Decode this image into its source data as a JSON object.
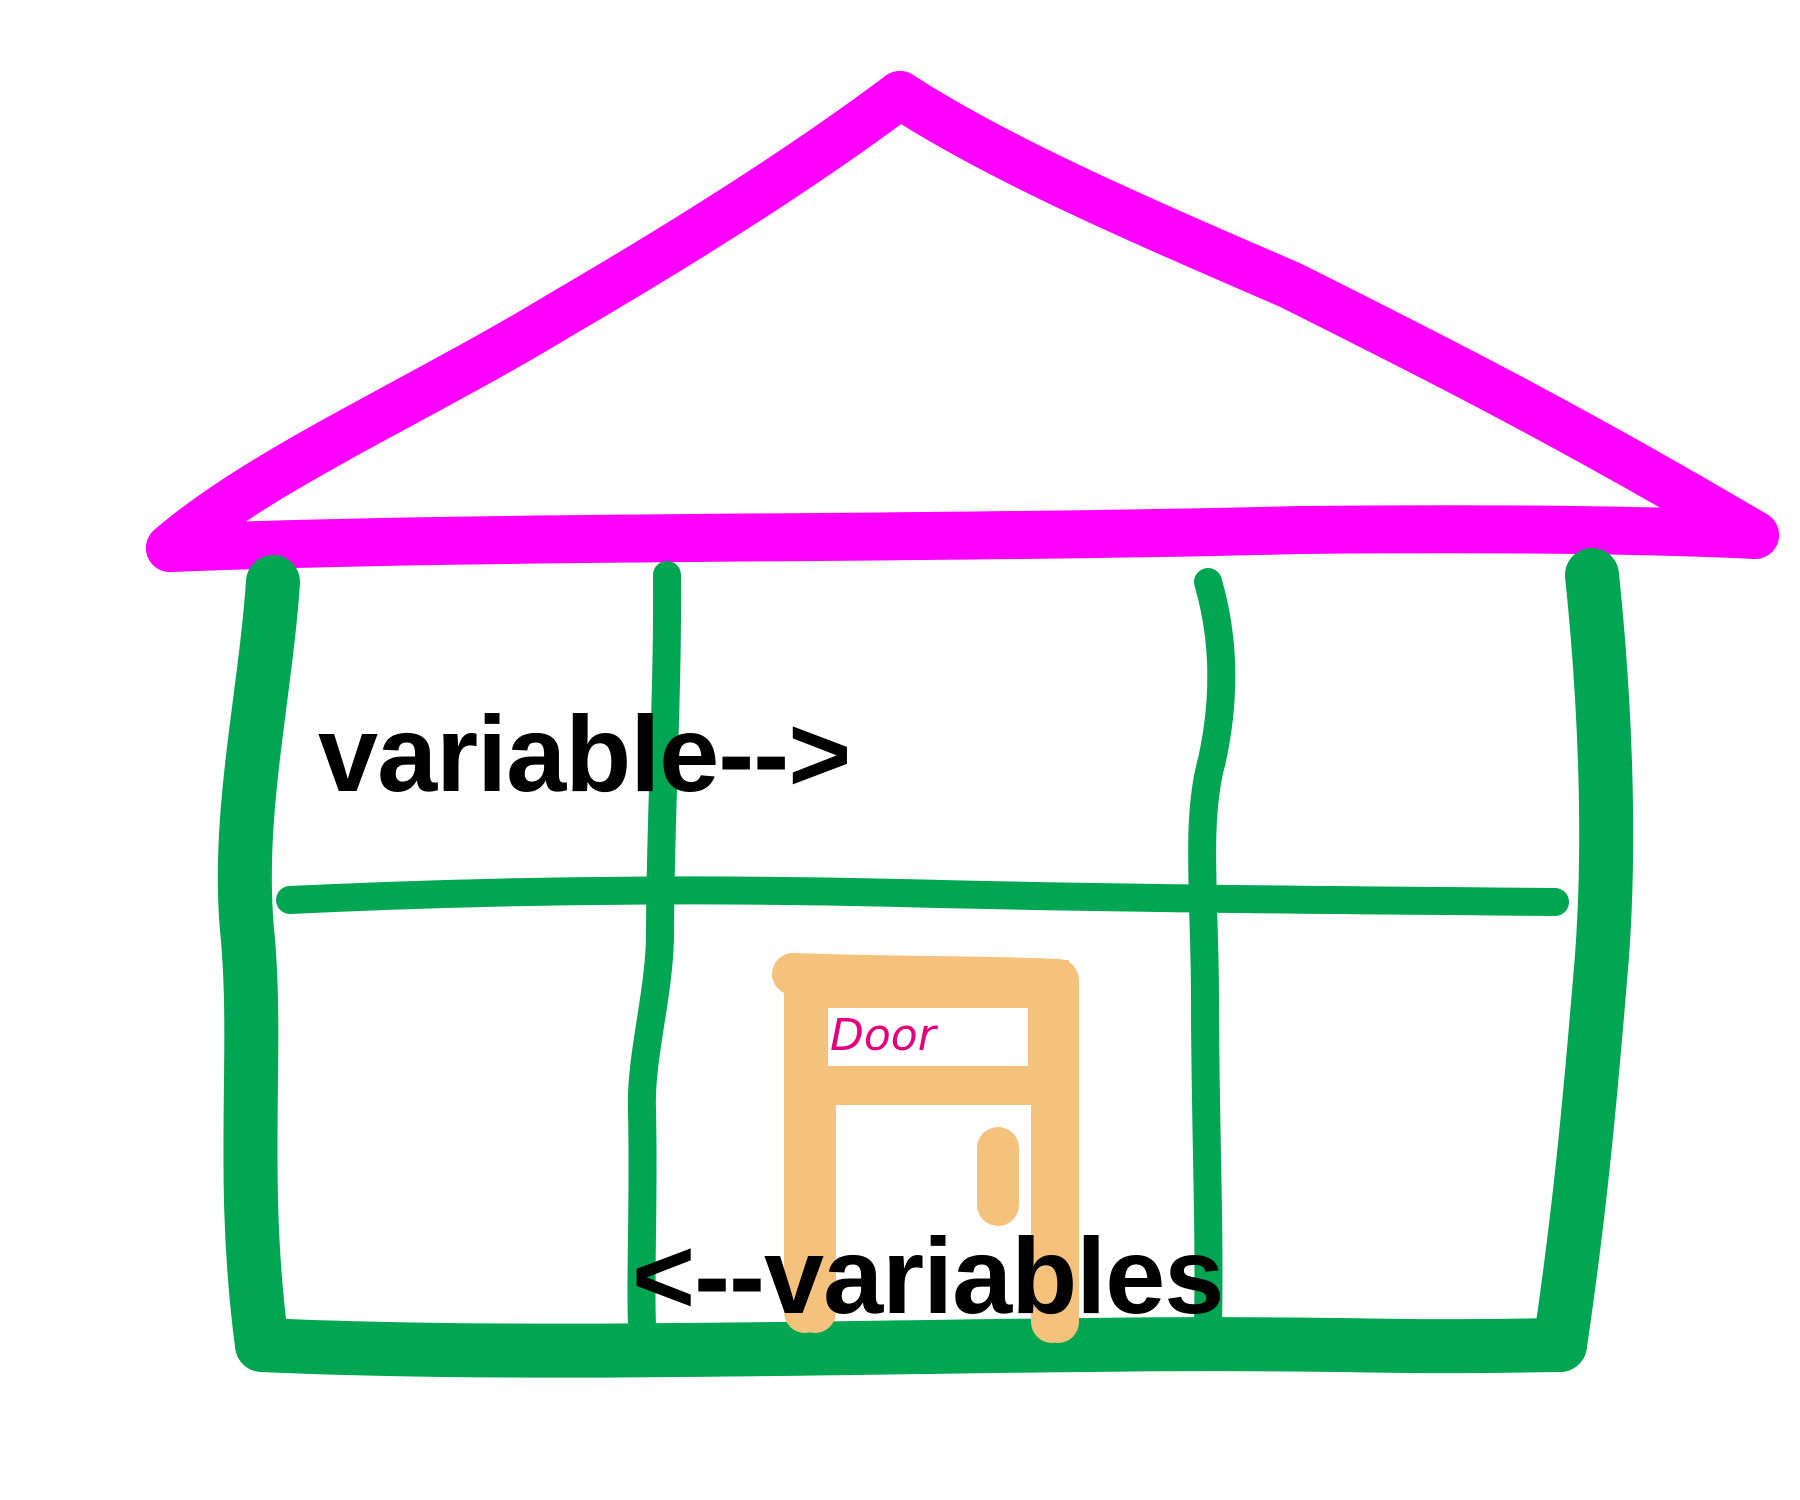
{
  "labels": {
    "variable": "variable-->",
    "variables": "<--variables",
    "door": "Door"
  },
  "colors": {
    "roof": "#ff00ff",
    "walls": "#00a651",
    "door": "#f5c27e",
    "door_label": "#e6007e",
    "text": "#000000",
    "background": "#ffffff"
  }
}
